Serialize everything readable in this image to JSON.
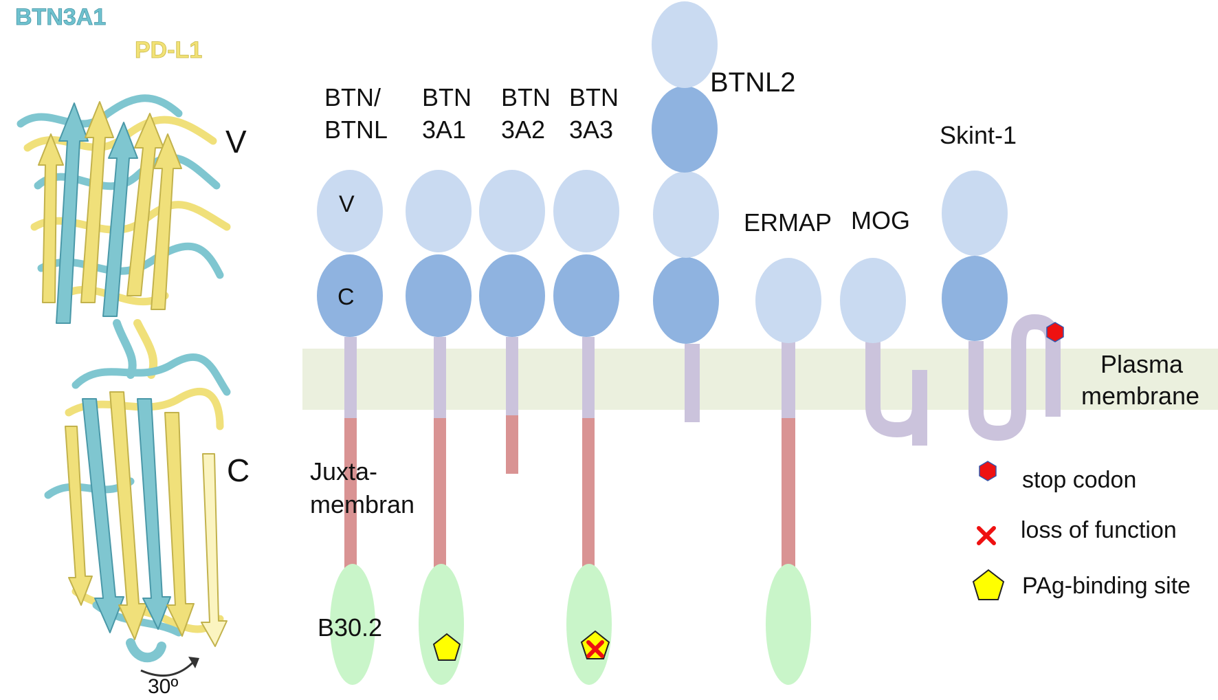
{
  "structure_panel": {
    "title_primary": "BTN3A1",
    "title_secondary": "PD-L1",
    "domain_v_label": "V",
    "domain_c_label": "C",
    "rotation_label": "30º"
  },
  "proteins": {
    "btn_btnl": {
      "line1": "BTN/",
      "line2": "BTNL",
      "v_label": "V",
      "c_label": "C"
    },
    "btn3a1": {
      "line1": "BTN",
      "line2": "3A1"
    },
    "btn3a2": {
      "line1": "BTN",
      "line2": "3A2"
    },
    "btn3a3": {
      "line1": "BTN",
      "line2": "3A3"
    },
    "btnl2": {
      "label": "BTNL2"
    },
    "ermap": {
      "label": "ERMAP"
    },
    "mog": {
      "label": "MOG"
    },
    "skint1": {
      "label": "Skint-1"
    }
  },
  "region_labels": {
    "juxta_line1": "Juxta-",
    "juxta_line2": "membran",
    "b302": "B30.2",
    "membrane_line1": "Plasma",
    "membrane_line2": "membrane"
  },
  "legend": {
    "stop_codon": "stop codon",
    "loss_of_function": "loss of function",
    "pag_binding_site": "PAg-binding site"
  },
  "colors": {
    "v_domain": "#c9daf1",
    "c_domain": "#8fb3e0",
    "transmembrane": "#cbc3dc",
    "juxtamembrane": "#d99393",
    "b302_domain": "#c9f5c9",
    "membrane": "#ebf0de",
    "stop_codon": "#ee1111",
    "loss_of_function": "#ee1111",
    "pag_site": "#ffff00"
  }
}
